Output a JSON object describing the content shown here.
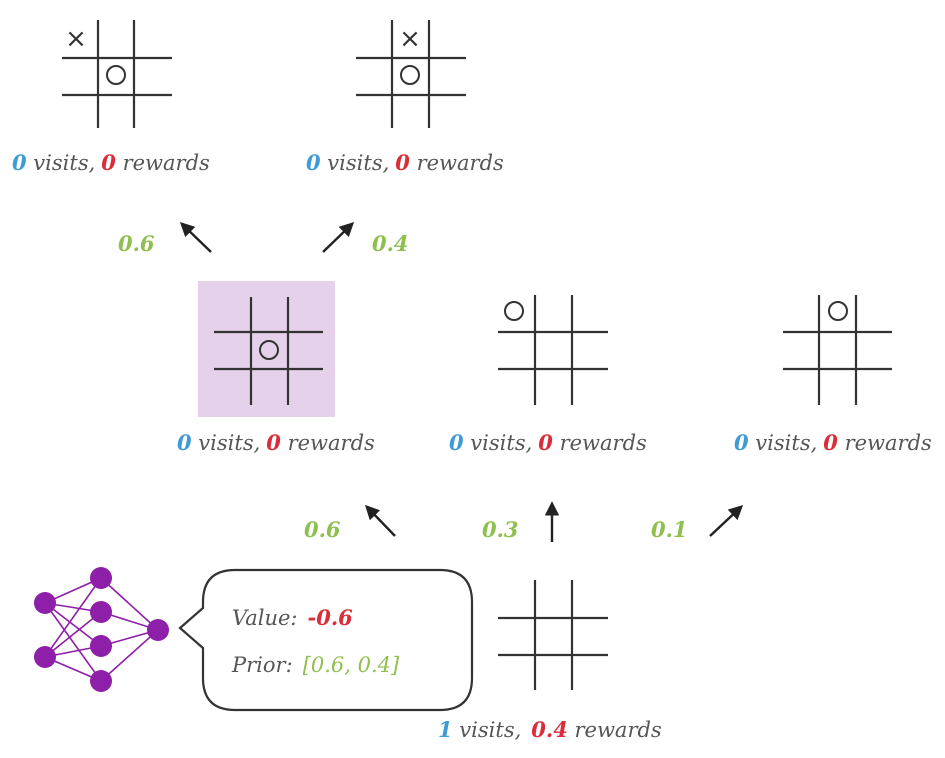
{
  "colors": {
    "visits": "#3d9bd6",
    "rewards": "#d92e3a",
    "prior": "#8fbf4f",
    "text": "#555555",
    "grid": "#333333",
    "highlight": "#e6d1ea",
    "network": "#8e1fa8"
  },
  "nodes": {
    "top_left": {
      "visits": "0",
      "visits_text": " visits,",
      "rewards": "0",
      "rewards_text": " rewards",
      "x_mark": "×",
      "o_mark": "○"
    },
    "top_right": {
      "visits": "0",
      "visits_text": " visits,",
      "rewards": "0",
      "rewards_text": " rewards",
      "x_mark": "×",
      "o_mark": "○"
    },
    "mid_left": {
      "visits": "0",
      "visits_text": " visits,",
      "rewards": "0",
      "rewards_text": " rewards",
      "o_mark": "○"
    },
    "mid_center": {
      "visits": "0",
      "visits_text": " visits,",
      "rewards": "0",
      "rewards_text": " rewards",
      "o_mark": "○"
    },
    "mid_right": {
      "visits": "0",
      "visits_text": " visits,",
      "rewards": "0",
      "rewards_text": " rewards",
      "o_mark": "○"
    },
    "root": {
      "visits": "1",
      "visits_text": " visits,",
      "rewards": "0.4",
      "rewards_text": " rewards"
    }
  },
  "edges": {
    "top_left_prior": "0.6",
    "top_right_prior": "0.4",
    "mid_left_prior": "0.6",
    "mid_center_prior": "0.3",
    "mid_right_prior": "0.1"
  },
  "bubble": {
    "value_label": "Value:",
    "value": "-0.6",
    "prior_label": "Prior:",
    "prior": "[0.6, 0.4]"
  }
}
